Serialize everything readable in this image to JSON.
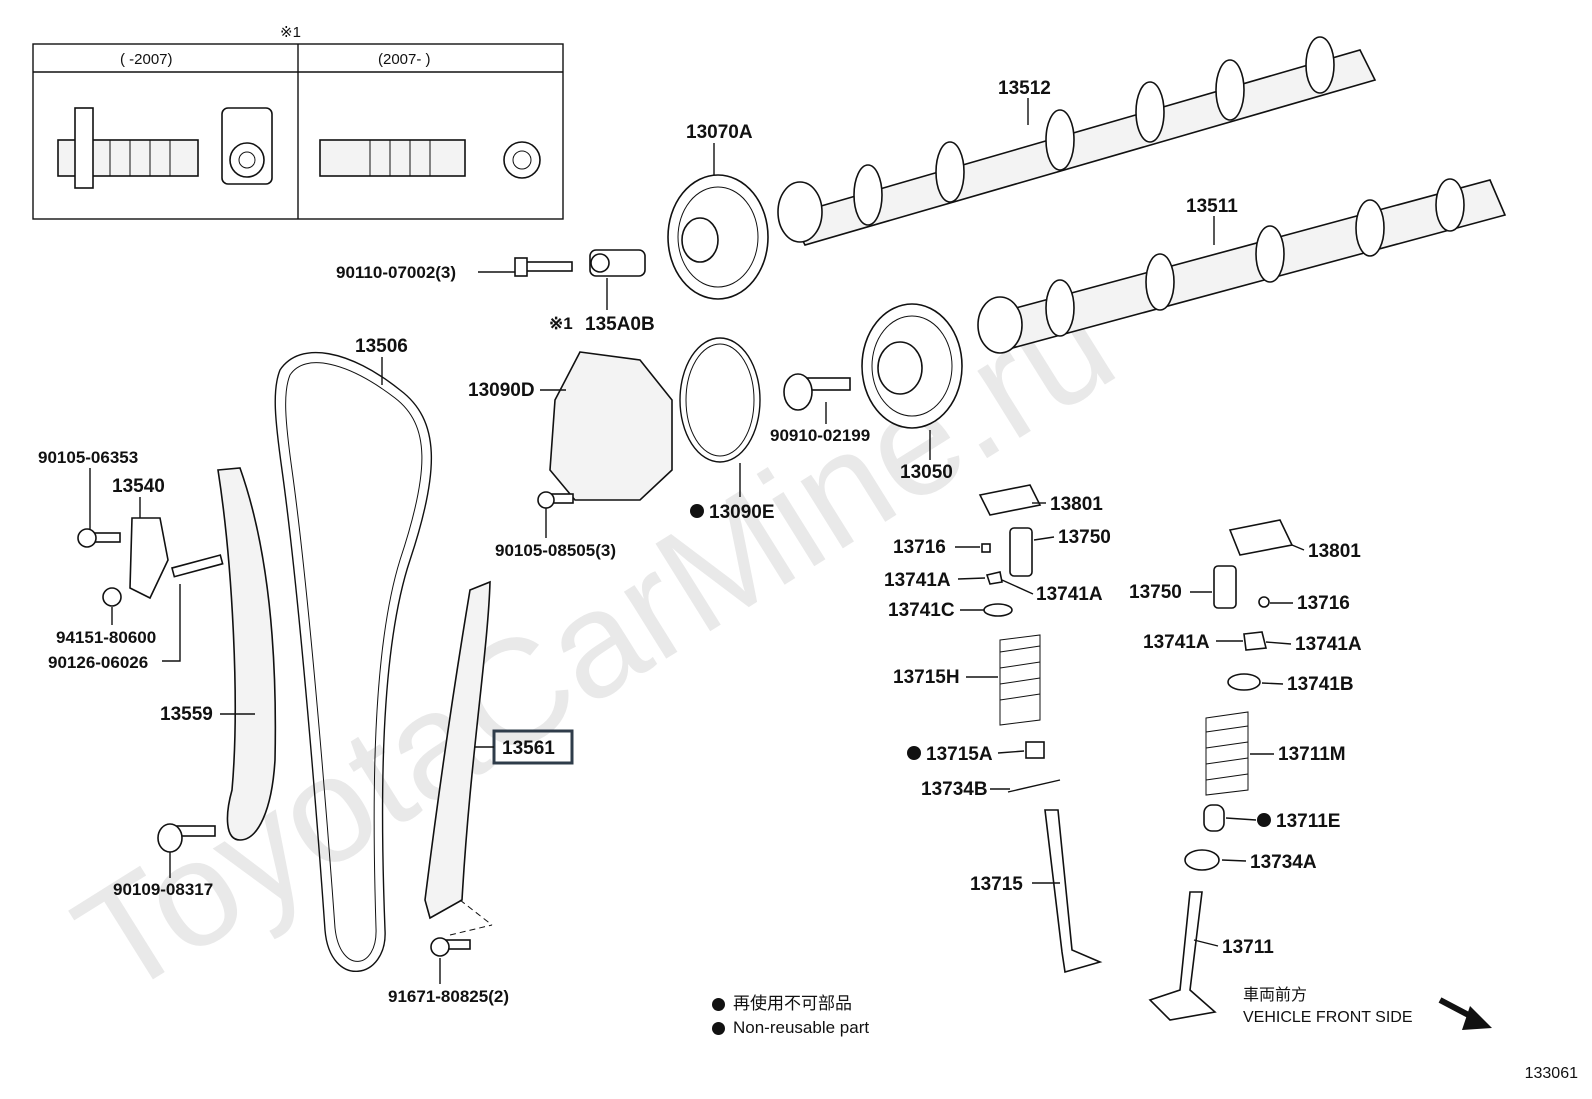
{
  "watermark": "ToyotaCarMine.ru",
  "inset": {
    "mark": "※1",
    "left_label": "(      -2007)",
    "right_label": "(2007-      )"
  },
  "parts": {
    "p13512": "13512",
    "p13070A": "13070A",
    "p13511": "13511",
    "p90110": "90110-07002(3)",
    "p135A0B_mark": "※1",
    "p135A0B": "135A0B",
    "p13506": "13506",
    "p13090D": "13090D",
    "p90910": "90910-02199",
    "p13050": "13050",
    "p90105a": "90105-06353",
    "p13540": "13540",
    "p13090E": "13090E",
    "p90105b": "90105-08505(3)",
    "p13801a": "13801",
    "p13716a": "13716",
    "p13750a": "13750",
    "p13741A_a": "13741A",
    "p13741A_b": "13741A",
    "p13741C": "13741C",
    "p13801b": "13801",
    "p13750b": "13750",
    "p13716b": "13716",
    "p13741A_c": "13741A",
    "p13741A_d": "13741A",
    "p94151": "94151-80600",
    "p90126": "90126-06026",
    "p13715H": "13715H",
    "p13741B": "13741B",
    "p13559": "13559",
    "p13561": "13561",
    "p13715A": "13715A",
    "p13711M": "13711M",
    "p13734B": "13734B",
    "p13711E": "13711E",
    "p90109": "90109-08317",
    "p13734A": "13734A",
    "p13715": "13715",
    "p13711": "13711",
    "p91671": "91671-80825(2)"
  },
  "legend": {
    "jp": "再使用不可部品",
    "en": "Non-reusable part"
  },
  "front": {
    "jp": "車両前方",
    "en": "VEHICLE FRONT SIDE"
  },
  "figure_no": "133061"
}
